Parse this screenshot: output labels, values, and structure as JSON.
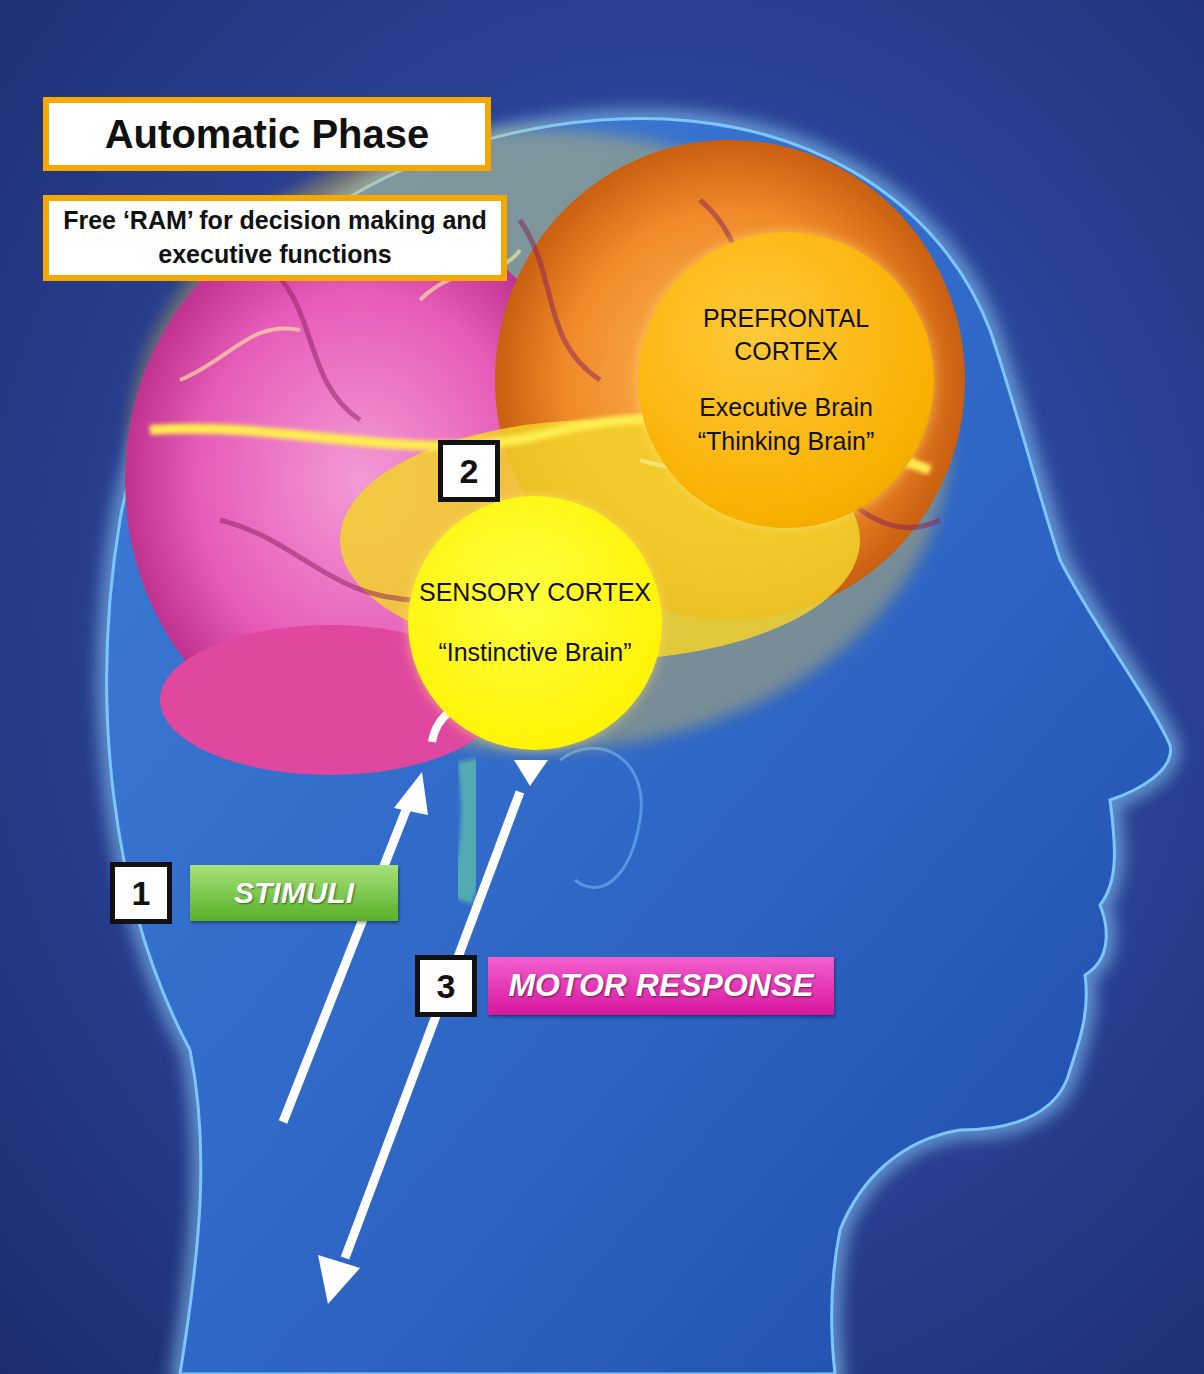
{
  "diagram": {
    "title": "Automatic Phase",
    "nodes": [
      {
        "text": [
          "Free ‘RAM’ for decision making and executive functions"
        ]
      },
      {
        "text": [
          "PREFRONTAL CORTEX",
          "Executive Brain “Thinking Brain”"
        ]
      },
      {
        "text": [
          "SENSORY CORTEX",
          "“Instinctive Brain”"
        ]
      },
      {
        "text": [
          "STIMULI"
        ]
      },
      {
        "text": [
          "MOTOR RESPONSE"
        ]
      }
    ],
    "labels": [
      "2",
      "1",
      "3"
    ]
  }
}
